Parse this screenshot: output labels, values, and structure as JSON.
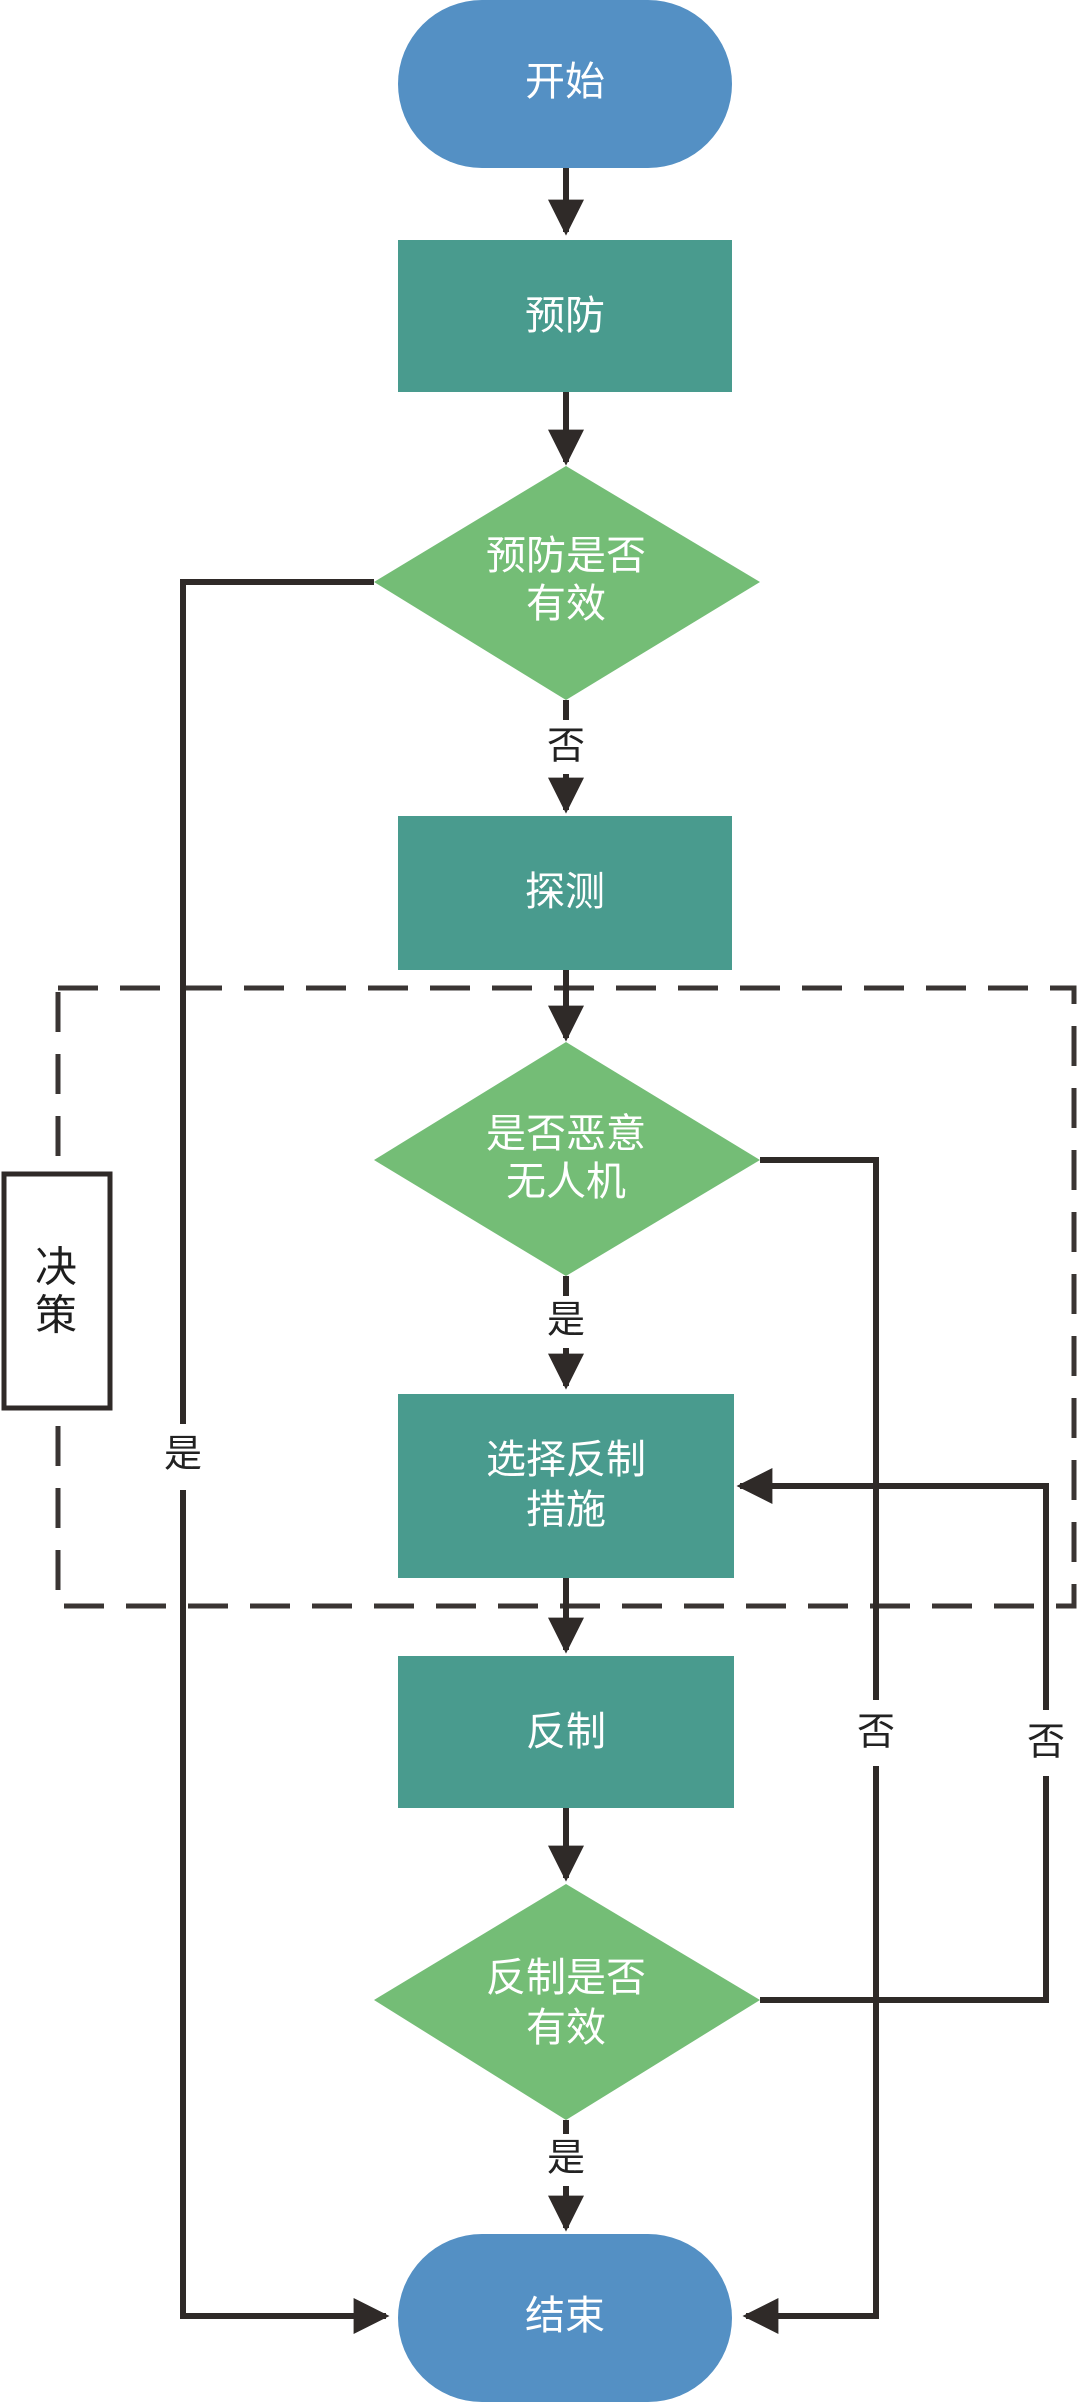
{
  "nodes": {
    "start": "开始",
    "prevent": "预防",
    "prevent_effective": [
      "预防是否",
      "有效"
    ],
    "detect": "探测",
    "malicious": [
      "是否恶意",
      "无人机"
    ],
    "select": [
      "选择反制",
      "措施"
    ],
    "counter": "反制",
    "counter_effective": [
      "反制是否",
      "有效"
    ],
    "end": "结束"
  },
  "edge_labels": {
    "prevent_no": "否",
    "prevent_yes": "是",
    "malicious_yes": "是",
    "malicious_no": "否",
    "counter_no": "否",
    "counter_yes": "是"
  },
  "decision_box": {
    "label": [
      "决",
      "策"
    ]
  },
  "colors": {
    "terminal": "#5490c4",
    "process": "#499b8e",
    "decision": "#74bd76",
    "line": "#2f2a28"
  }
}
